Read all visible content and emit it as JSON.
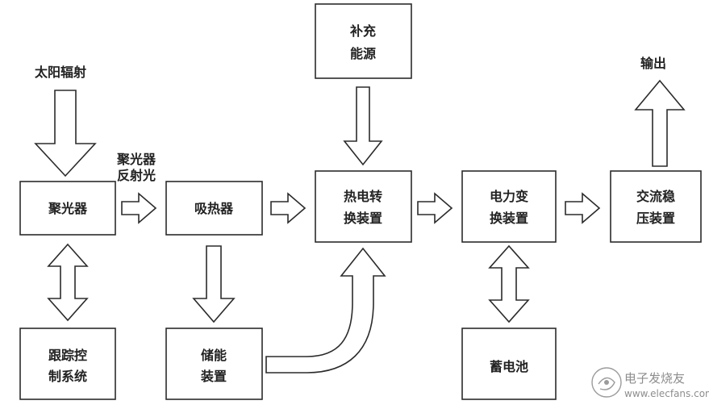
{
  "labels": {
    "solar_radiation": "太阳辐射",
    "concentrated_light_1": "聚光器",
    "concentrated_light_2": "反射光",
    "output": "输出"
  },
  "boxes": {
    "concentrator": [
      "聚光器"
    ],
    "heat_absorber": [
      "吸热器"
    ],
    "thermoelectric": [
      "热电转",
      "换装置"
    ],
    "power_converter": [
      "电力变",
      "换装置"
    ],
    "ac_stabilizer": [
      "交流稳",
      "压装置"
    ],
    "supplementary_energy": [
      "补充",
      "能源"
    ],
    "tracking_control": [
      "跟踪控",
      "制系统"
    ],
    "storage": [
      "储能",
      "装置"
    ],
    "battery": [
      "蓄电池"
    ]
  },
  "watermark": {
    "brand": "电子发烧友",
    "url": "www.elecfans.com"
  }
}
